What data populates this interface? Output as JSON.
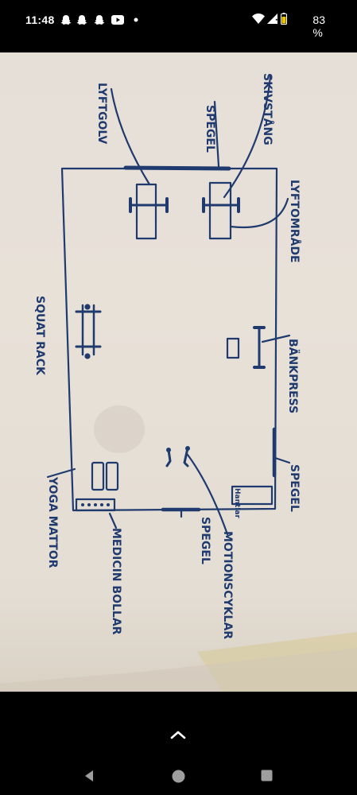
{
  "status_bar": {
    "time": "11:48",
    "notification_icons": [
      "snapchat-icon",
      "snapchat-icon",
      "snapchat-icon",
      "youtube-icon",
      "dot-icon"
    ],
    "battery_percent": "83 %",
    "system_icons": [
      "wifi-icon",
      "signal-icon",
      "battery-icon"
    ]
  },
  "floor_plan": {
    "labels": {
      "skivstang": "SKIVSTÅNG",
      "spegel_top": "SPEGEL",
      "lyftgolv": "LYFTGOLV",
      "lyftomrade": "LYFTOMRÅDE",
      "squat_rack": "SQUAT RACK",
      "bankpress": "BÄNKPRESS",
      "spegel_right": "SPEGEL",
      "spegel_bottom": "SPEGEL",
      "hantlar": "Hantlar",
      "motionscyklar": "MOTIONSCYKLAR",
      "yoga_mattor": "YOGA MATTOR",
      "medicin_bollar": "MEDICIN BOLLAR"
    },
    "ink_color": "#1f3a6e"
  },
  "navigation": {
    "buttons": [
      "back-icon",
      "home-icon",
      "recents-icon"
    ]
  }
}
